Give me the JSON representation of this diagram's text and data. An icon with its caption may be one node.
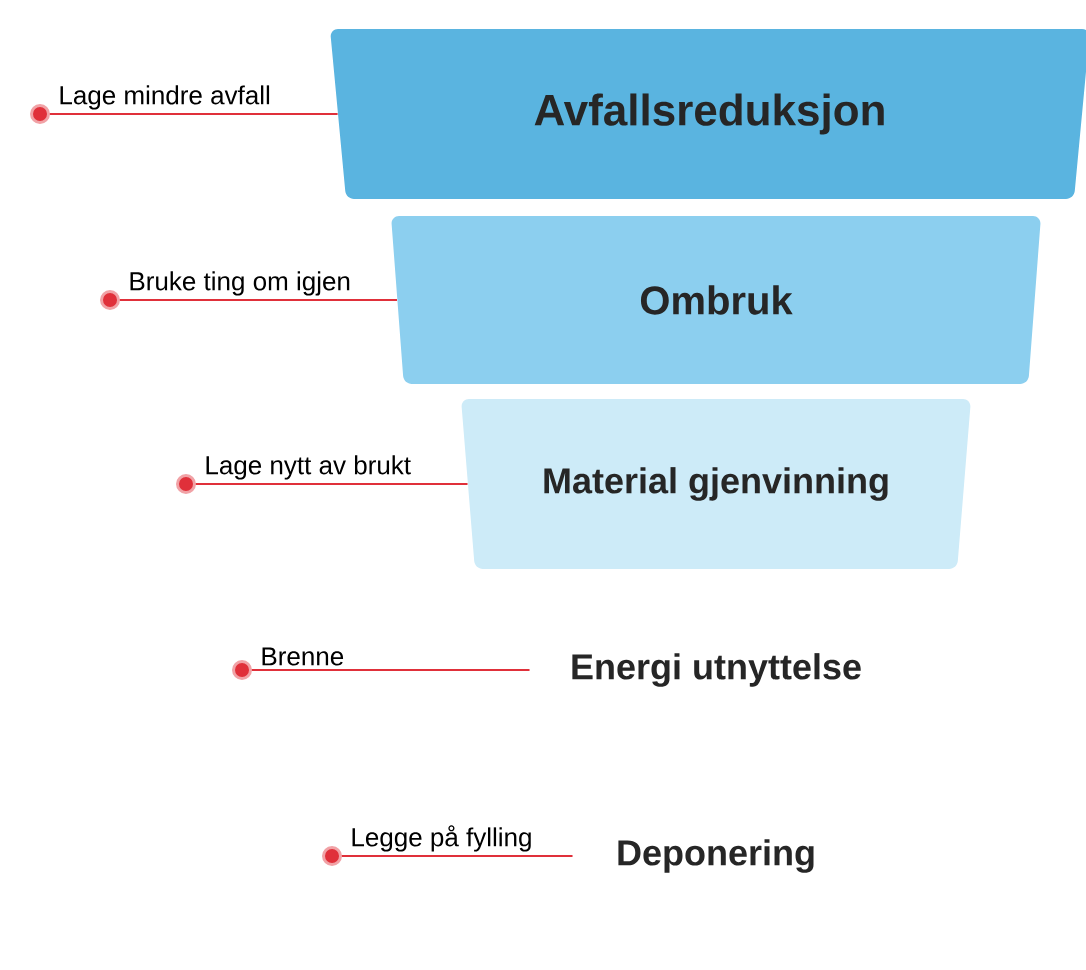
{
  "diagram": {
    "nodes": [
      {
        "text": [
          "Avfallsreduksjon"
        ]
      },
      {
        "text": [
          "Ombruk"
        ]
      },
      {
        "text": [
          "Material gjenvinning"
        ]
      },
      {
        "text": [
          "Energi utnyttelse"
        ]
      },
      {
        "text": [
          "Deponering"
        ]
      },
      {
        "text": [
          "Lage mindre avfall"
        ]
      },
      {
        "text": [
          "Bruke ting om igjen"
        ]
      },
      {
        "text": [
          "Lage nytt av brukt"
        ]
      },
      {
        "text": [
          "Brenne"
        ]
      },
      {
        "text": [
          "Legge på fylling"
        ]
      }
    ],
    "edges": [
      {
        "from": 5,
        "to": 0,
        "arrow": "other"
      },
      {
        "from": 6,
        "to": 1,
        "arrow": "other"
      },
      {
        "from": 7,
        "to": 2,
        "arrow": "other"
      },
      {
        "from": 8,
        "to": 3,
        "arrow": "other"
      },
      {
        "from": 9,
        "to": 4,
        "arrow": "other"
      }
    ]
  }
}
